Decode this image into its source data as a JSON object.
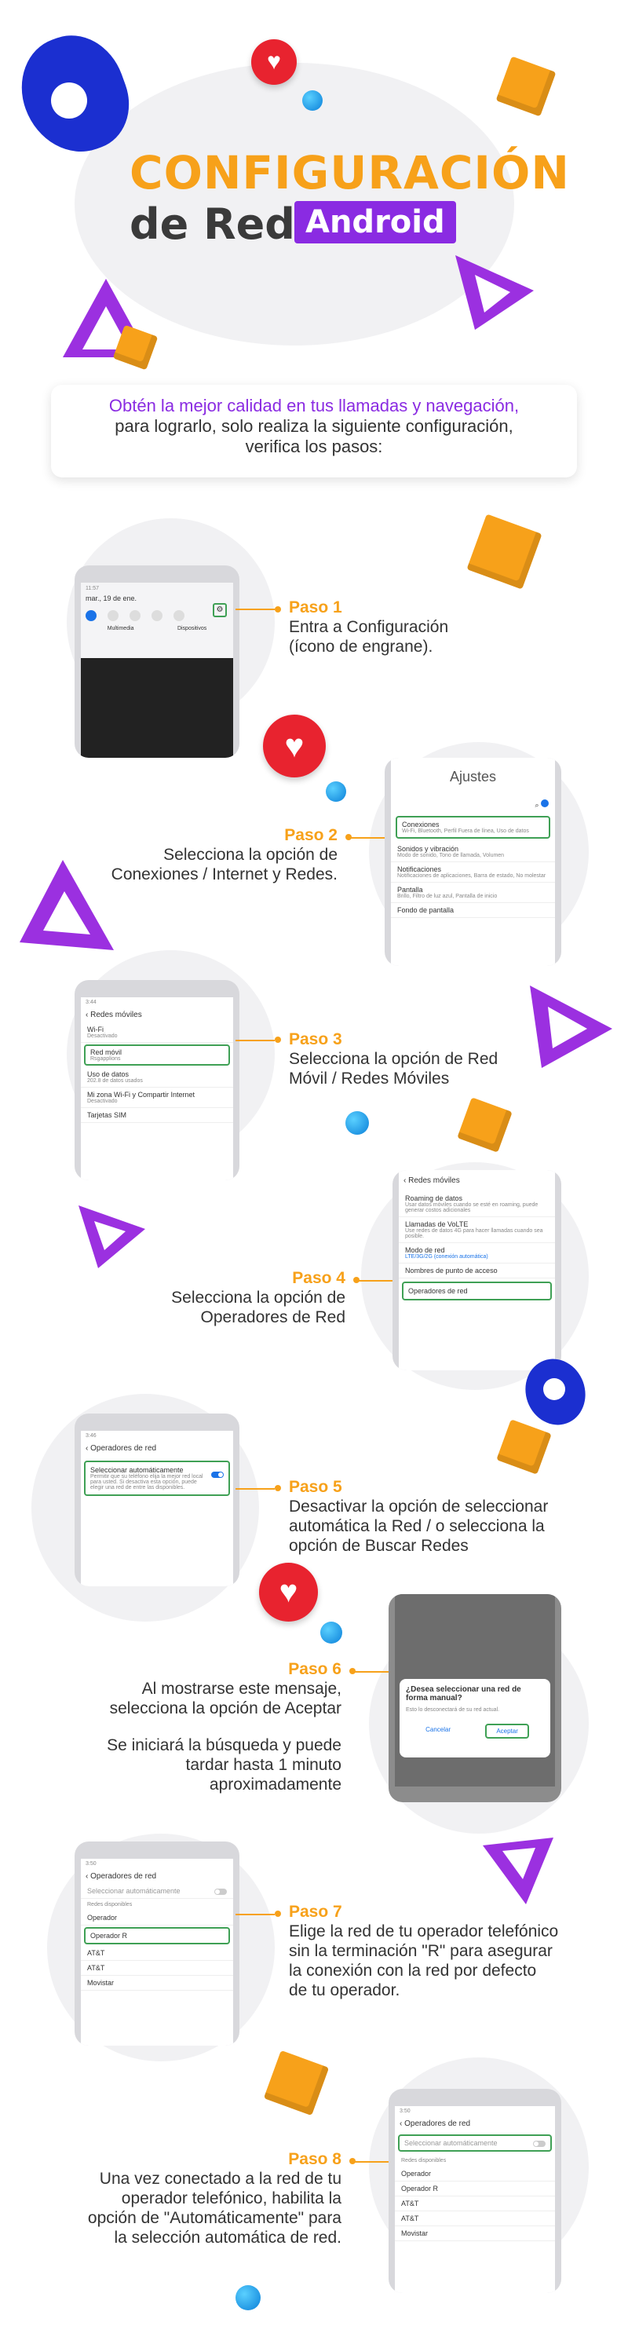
{
  "header": {
    "title_line1": "CONFIGURACIÓN",
    "title_line2": "de Red",
    "badge": "Android",
    "intro_highlight": "Obtén la mejor calidad en tus llamadas y navegación,",
    "intro_rest1": "para lograrlo, solo realiza la siguiente configuración,",
    "intro_rest2": "verifica los pasos:"
  },
  "colors": {
    "accent": "#f7a11a",
    "purple": "#8a2be2",
    "highlight": "#3fa055",
    "heart": "#e8232f"
  },
  "steps": [
    {
      "title": "Paso 1",
      "text1": "Entra a Configuración",
      "text2": "(ícono de engrane)."
    },
    {
      "title": "Paso 2",
      "text1": "Selecciona la opción de",
      "text2": "Conexiones / Internet y Redes."
    },
    {
      "title": "Paso 3",
      "text1": "Selecciona la opción de Red",
      "text2": "Móvil / Redes Móviles"
    },
    {
      "title": "Paso 4",
      "text1": "Selecciona la opción de",
      "text2": "Operadores de Red"
    },
    {
      "title": "Paso 5",
      "text1": "Desactivar la opción de seleccionar",
      "text2": "automática la Red / o selecciona la",
      "text3": "opción de Buscar Redes"
    },
    {
      "title": "Paso 6",
      "text1": "Al mostrarse este mensaje,",
      "text2": "selecciona la opción de Aceptar",
      "text3": "Se iniciará la búsqueda y puede",
      "text4": "tardar hasta 1 minuto",
      "text5": "aproximadamente"
    },
    {
      "title": "Paso 7",
      "text1": "Elige la red de tu operador telefónico",
      "text2": "sin la terminación \"R\" para asegurar",
      "text3": "la conexión con la red por defecto",
      "text4": "de tu operador."
    },
    {
      "title": "Paso 8",
      "text1": "Una vez conectado a la red de tu",
      "text2": "operador telefónico, habilita la",
      "text3": "opción de \"Automáticamente\" para",
      "text4": "la selección automática de red."
    }
  ],
  "screens": {
    "s1": {
      "time": "11:57",
      "date": "mar., 19 de ene.",
      "media": "Multimedia",
      "devices": "Dispositivos"
    },
    "s2": {
      "title": "Ajustes",
      "item1": "Conexiones",
      "item1_sub": "Wi-Fi, Bluetooth, Perfil Fuera de línea, Uso de datos",
      "item2": "Sonidos y vibración",
      "item2_sub": "Modo de sonido, Tono de llamada, Volumen",
      "item3": "Notificaciones",
      "item3_sub": "Notificaciones de aplicaciones, Barra de estado, No molestar",
      "item4": "Pantalla",
      "item4_sub": "Brillo, Filtro de luz azul, Pantalla de inicio",
      "item5": "Fondo de pantalla"
    },
    "s3": {
      "time": "3:44",
      "header": "Redes móviles",
      "wifi": "Wi-Fi",
      "wifi_sub": "Desactivado",
      "red": "Red móvil",
      "red_sub": "Rsgapplions",
      "datos": "Uso de datos",
      "datos_sub": "202.8 de datos usados",
      "zona": "Mi zona Wi-Fi y Compartir Internet",
      "zona_sub": "Desactivado",
      "sim": "Tarjetas SIM"
    },
    "s4": {
      "header": "Redes móviles",
      "roaming": "Roaming de datos",
      "roaming_sub": "Usar datos móviles cuando se esté en roaming, puede generar costos adicionales",
      "volte": "Llamadas de VoLTE",
      "volte_sub": "Use redes de datos 4G para hacer llamadas cuando sea posible.",
      "modo": "Modo de red",
      "modo_sub": "LTE/3G/2G (conexión automática)",
      "apn": "Nombres de punto de acceso",
      "operadores": "Operadores de red"
    },
    "s5": {
      "time": "3:46",
      "header": "Operadores de red",
      "auto": "Seleccionar automáticamente",
      "auto_sub": "Permitir que su teléfono elija la mejor red local para usted. Si desactiva esta opción, puede elegir una red de entre las disponibles."
    },
    "s6": {
      "question": "¿Desea seleccionar una red de forma manual?",
      "msg": "Esto lo desconectará de su red actual.",
      "cancel": "Cancelar",
      "accept": "Aceptar"
    },
    "s7": {
      "time": "3:50",
      "header": "Operadores de red",
      "auto": "Seleccionar automáticamente",
      "avail": "Redes disponibles",
      "op1": "Operador",
      "op2": "Operador R",
      "op3": "AT&T",
      "op4": "AT&T",
      "op5": "Movistar"
    },
    "s8": {
      "time": "3:50",
      "header": "Operadores de red",
      "auto": "Seleccionar automáticamente",
      "avail": "Redes disponibles",
      "op1": "Operador",
      "op2": "Operador R",
      "op3": "AT&T",
      "op4": "AT&T",
      "op5": "Movistar"
    }
  }
}
